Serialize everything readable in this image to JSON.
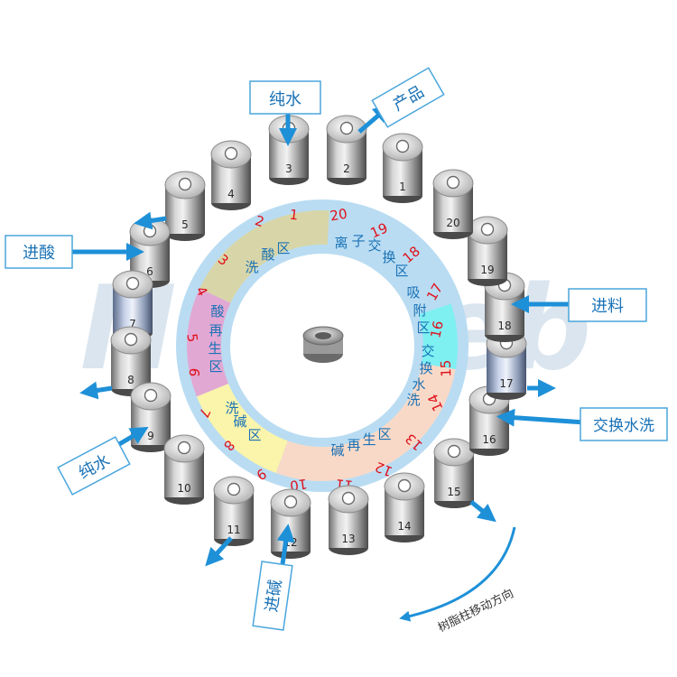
{
  "watermark": "Newseb",
  "colors": {
    "ring": "#b9dcf2",
    "zone_wash_acid": "#d8d6a8",
    "zone_acid_regen": "#e2a8d4",
    "zone_wash_alkali": "#fbf5ab",
    "zone_alkali_regen": "#f8d9c8",
    "zone_exchange_wash": "#7ef0f2",
    "zone_adsorption": "#b9dcf2",
    "arrow": "#1e90d8",
    "text_blue": "#1a72b6",
    "number_red": "#e0101a",
    "label_border": "#4aa6dc"
  },
  "zones": [
    {
      "id": "wash-acid",
      "label": "洗酸区",
      "numbers": [
        "1",
        "2",
        "3"
      ]
    },
    {
      "id": "acid-regen",
      "label": "酸再生区",
      "numbers": [
        "4",
        "5",
        "6"
      ]
    },
    {
      "id": "wash-alkali",
      "label": "洗碱区",
      "numbers": [
        "7",
        "8",
        "9"
      ]
    },
    {
      "id": "alkali-regen",
      "label": "碱再生区",
      "numbers": [
        "10",
        "11",
        "12",
        "13"
      ]
    },
    {
      "id": "exchange-wash",
      "label": "交换水洗",
      "numbers": [
        "14",
        "15"
      ]
    },
    {
      "id": "adsorption",
      "label": "吸附区",
      "numbers": [
        "16",
        "17"
      ]
    },
    {
      "id": "ion-exchange",
      "label": "离子交换区",
      "numbers": [
        "18",
        "19",
        "20"
      ]
    }
  ],
  "columns": [
    "1",
    "2",
    "3",
    "4",
    "5",
    "6",
    "7",
    "8",
    "9",
    "10",
    "11",
    "12",
    "13",
    "14",
    "15",
    "16",
    "17",
    "18",
    "19",
    "20"
  ],
  "labels": {
    "pure_water_top": "纯水",
    "product": "产品",
    "acid_in": "进酸",
    "feed_in": "进料",
    "exchange_wash": "交换水洗",
    "pure_water_bottom": "纯水",
    "alkali_in": "进碱"
  },
  "direction_label": "树脂柱移动方向"
}
